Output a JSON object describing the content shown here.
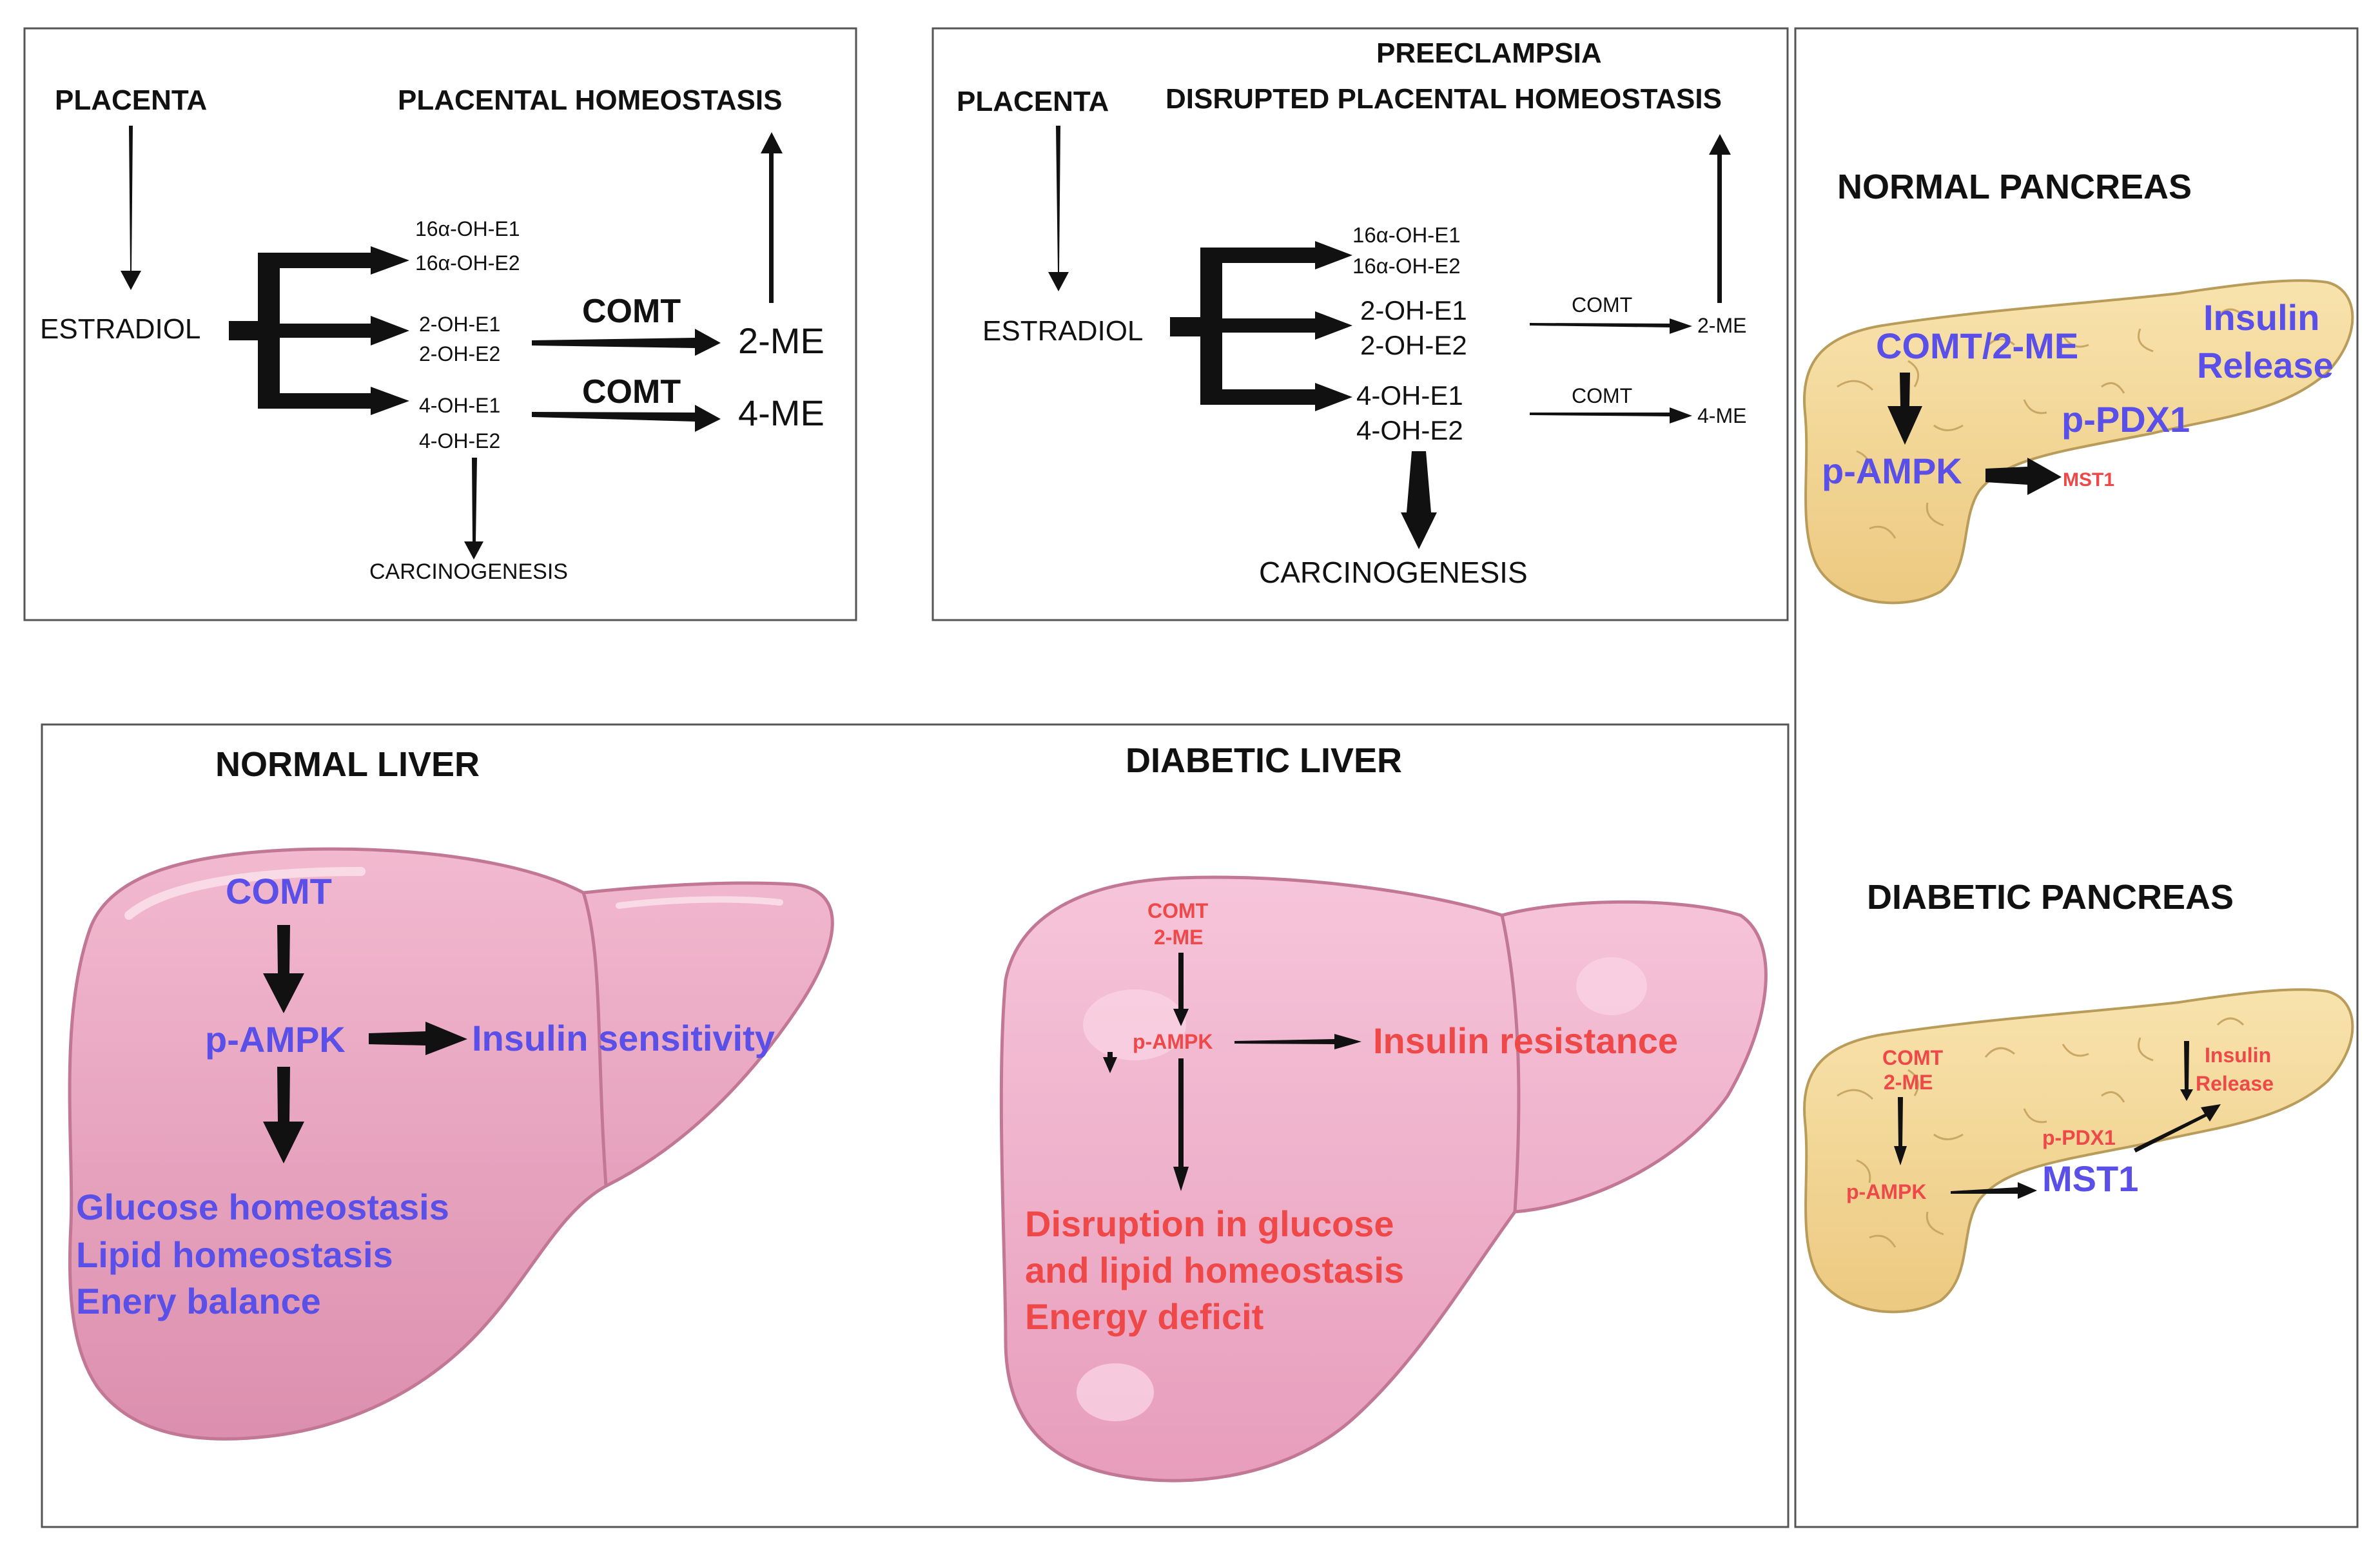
{
  "panel_normal_placenta": {
    "placenta": "PLACENTA",
    "homeostasis": "PLACENTAL HOMEOSTASIS",
    "estradiol": "ESTRADIOL",
    "oh16_e1": "16α-OH-E1",
    "oh16_e2": "16α-OH-E2",
    "oh2_e1": "2-OH-E1",
    "oh2_e2": "2-OH-E2",
    "oh4_e1": "4-OH-E1",
    "oh4_e2": "4-OH-E2",
    "comt_upper": "COMT",
    "comt_lower": "COMT",
    "me2": "2-ME",
    "me4": "4-ME",
    "carcinogenesis": "CARCINOGENESIS"
  },
  "panel_preeclampsia": {
    "title": "PREECLAMPSIA",
    "placenta": "PLACENTA",
    "disrupted": "DISRUPTED PLACENTAL HOMEOSTASIS",
    "estradiol": "ESTRADIOL",
    "oh16_e1": "16α-OH-E1",
    "oh16_e2": "16α-OH-E2",
    "oh2_e1": "2-OH-E1",
    "oh2_e2": "2-OH-E2",
    "oh4_e1": "4-OH-E1",
    "oh4_e2": "4-OH-E2",
    "comt_upper": "COMT",
    "comt_lower": "COMT",
    "me2": "2-ME",
    "me4": "4-ME",
    "carcinogenesis": "CARCINOGENESIS"
  },
  "panel_pancreas": {
    "normal_title": "NORMAL PANCREAS",
    "normal_comt": "COMT/2-ME",
    "normal_insulin_1": "Insulin",
    "normal_insulin_2": "Release",
    "normal_ppdx1": "p-PDX1",
    "normal_pampk": "p-AMPK",
    "normal_mst1": "MST1",
    "diabetic_title": "DIABETIC PANCREAS",
    "diabetic_comt_1": "COMT",
    "diabetic_comt_2": "2-ME",
    "diabetic_insulin_1": "Insulin",
    "diabetic_insulin_2": "Release",
    "diabetic_ppdx1": "p-PDX1",
    "diabetic_pampk": "p-AMPK",
    "diabetic_mst1": "MST1"
  },
  "panel_liver": {
    "normal_title": "NORMAL LIVER",
    "normal_comt": "COMT",
    "normal_pampk": "p-AMPK",
    "normal_insulin": "Insulin sensitivity",
    "normal_out_1": "Glucose homeostasis",
    "normal_out_2": "Lipid homeostasis",
    "normal_out_3": "Enery balance",
    "diabetic_title": "DIABETIC LIVER",
    "diabetic_comt": "COMT",
    "diabetic_2me": "2-ME",
    "diabetic_pampk": "p-AMPK",
    "diabetic_insulin": "Insulin resistance",
    "diabetic_out_1": "Disruption in glucose",
    "diabetic_out_2": "and lipid homeostasis",
    "diabetic_out_3": "Energy deficit"
  },
  "colors": {
    "blue": "#5a50e8",
    "red": "#ef4848",
    "liver_fill": "#e8a3bf",
    "liver_stroke": "#c27895",
    "pancreas_fill": "#f3d998",
    "pancreas_stroke": "#b99b5a",
    "border": "#555555"
  }
}
